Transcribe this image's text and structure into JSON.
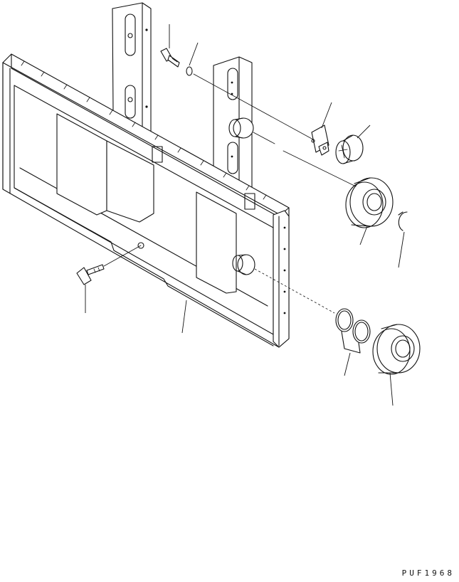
{
  "drawing_code": "PUF1968",
  "palette": {
    "line": "#111111",
    "background": "#ffffff"
  },
  "parts": [
    {
      "name": "mounting-bracket-plate"
    },
    {
      "name": "bolt-upper"
    },
    {
      "name": "washer-upper"
    },
    {
      "name": "shim-plate"
    },
    {
      "name": "roller-shaft-cap"
    },
    {
      "name": "roller-bearing-upper"
    },
    {
      "name": "snap-ring"
    },
    {
      "name": "bolt-lower"
    },
    {
      "name": "carriage-frame"
    },
    {
      "name": "shim-rings-lower"
    },
    {
      "name": "roller-bearing-lower"
    }
  ]
}
